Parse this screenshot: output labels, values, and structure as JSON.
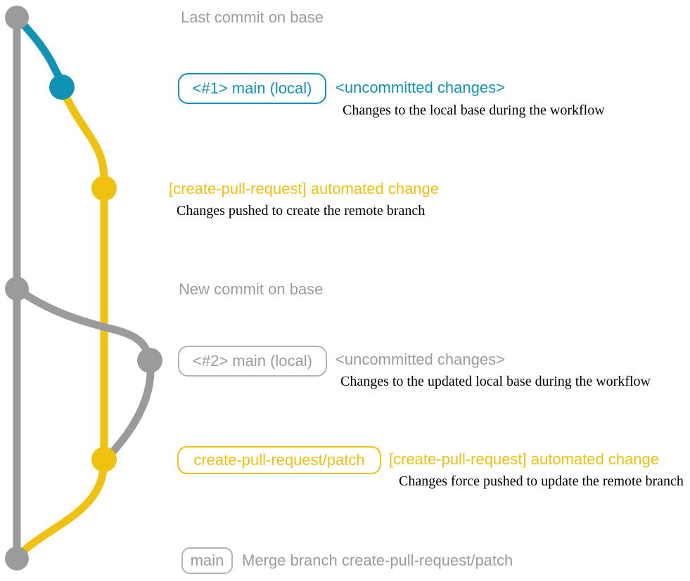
{
  "colors": {
    "gray": "#9b9b9b",
    "grayBorder": "#b3b3b3",
    "teal": "#1193b5",
    "yellow": "#f0c10e",
    "ink": "#000000",
    "bg": "#ffffff"
  },
  "annotations": {
    "last_commit": {
      "text": "Last commit on base"
    },
    "local1": {
      "badge": "<#1> main (local)",
      "title": "<uncommitted changes>",
      "desc": "Changes to the local base during the workflow"
    },
    "push1": {
      "title": "[create-pull-request] automated change",
      "desc": "Changes pushed to create the remote branch"
    },
    "new_commit": {
      "text": "New commit on base"
    },
    "local2": {
      "badge": "<#2> main (local)",
      "title": "<uncommitted changes>",
      "desc": "Changes to the updated local base during the workflow"
    },
    "push2": {
      "badge": "create-pull-request/patch",
      "title": "[create-pull-request] automated change",
      "desc": "Changes force pushed to update the remote branch"
    },
    "merge": {
      "badge": "main",
      "text": "Merge branch create-pull-request/patch"
    }
  }
}
